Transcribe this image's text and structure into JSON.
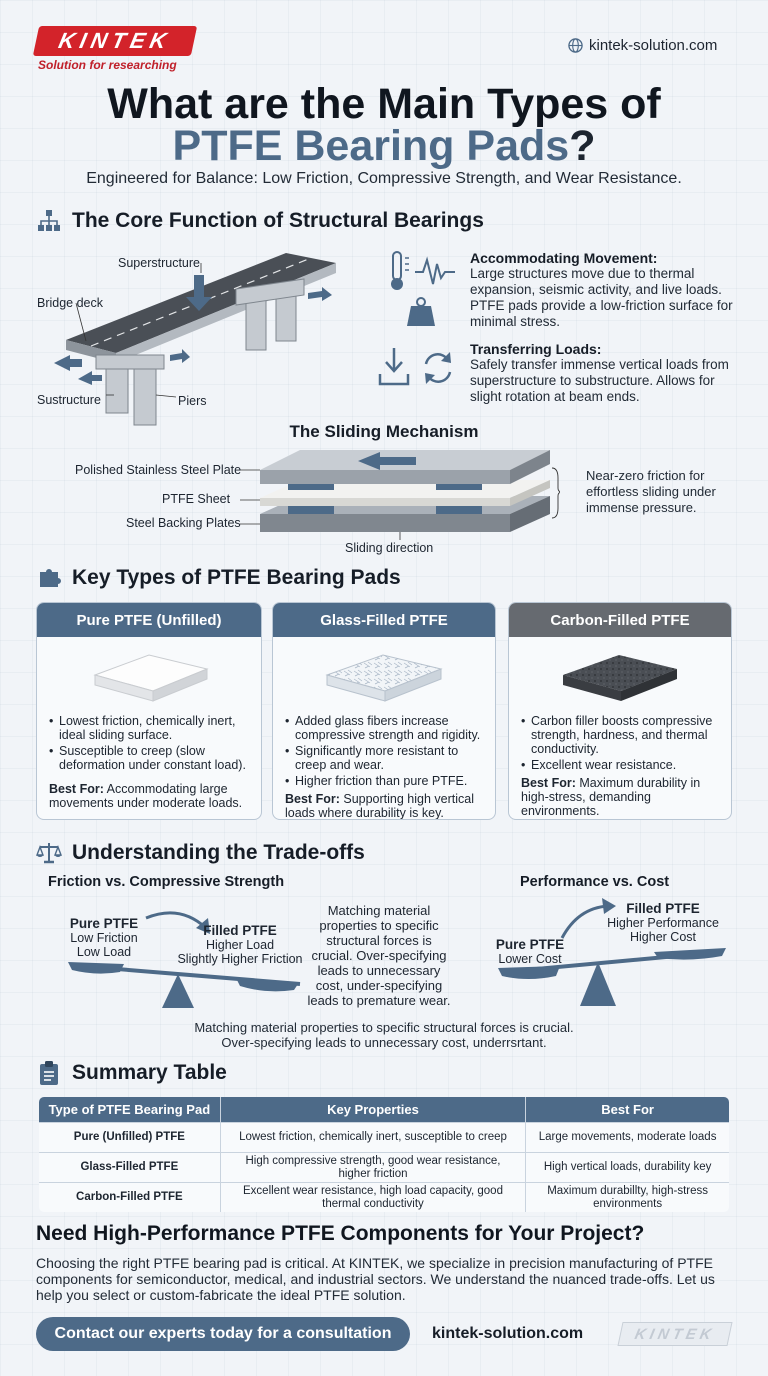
{
  "brand": {
    "logo": "KINTEK",
    "tagline": "Solution for researching",
    "site": "kintek-solution.com"
  },
  "title": {
    "line1": "What are the Main Types of",
    "highlight": "PTFE Bearing Pads",
    "end": "?",
    "subtitle": "Engineered for Balance: Low Friction, Compressive Strength, and Wear Resistance."
  },
  "core": {
    "heading": "The Core Function of Structural Bearings",
    "bridge_labels": {
      "superstructure": "Superstructure",
      "deck": "Bridge deck",
      "substructure": "Sustructure",
      "piers": "Piers"
    },
    "features": [
      {
        "title": "Accommodating Movement:",
        "text": "Large structures move due to thermal expansion, seismic activity, and live loads. PTFE pads provide a low-friction surface for minimal stress."
      },
      {
        "title": "Transferring Loads:",
        "text": "Safely transfer immense vertical loads from superstructure to substructure. Allows for slight rotation at beam ends."
      }
    ]
  },
  "sliding": {
    "title": "The Sliding Mechanism",
    "labels": {
      "polished": "Polished Stainless Steel Plate",
      "ptfe": "PTFE Sheet",
      "backing": "Steel Backing Plates",
      "direction": "Sliding direction"
    },
    "note": "Near-zero friction for effortless sliding under immense pressure."
  },
  "types": {
    "heading": "Key Types of PTFE Bearing Pads",
    "cards": [
      {
        "title": "Pure PTFE (Unfilled)",
        "color": "#4d6a88",
        "bullets": [
          "Lowest friction, chemically inert, ideal sliding surface.",
          "Susceptible to creep (slow deformation under constant load)."
        ],
        "best_label": "Best For:",
        "best_text": "Accommodating large movements under moderate loads."
      },
      {
        "title": "Glass-Filled PTFE",
        "color": "#4d6a88",
        "bullets": [
          "Added glass fibers increase compressive strength and rigidity.",
          "Significantly more resistant to creep and wear.",
          "Higher friction than pure PTFE."
        ],
        "best_label": "Best For:",
        "best_text": "Supporting high vertical loads where durability is key."
      },
      {
        "title": "Carbon-Filled PTFE",
        "color": "#666a70",
        "bullets": [
          "Carbon filler boosts compressive strength, hardness, and thermal conductivity.",
          "Excellent wear resistance."
        ],
        "best_label": "Best For:",
        "best_text": "Maximum durability in high-stress, demanding environments."
      }
    ]
  },
  "tradeoffs": {
    "heading": "Understanding the Trade-offs",
    "left": {
      "title": "Friction vs. Compressive Strength",
      "a_name": "Pure PTFE",
      "a_l1": "Low Friction",
      "a_l2": "Low Load",
      "b_name": "Filled PTFE",
      "b_l1": "Higher Load",
      "b_l2": "Slightly Higher Friction"
    },
    "right": {
      "title": "Performance vs. Cost",
      "a_name": "Pure PTFE",
      "a_l1": "Lower Cost",
      "b_name": "Filled PTFE",
      "b_l1": "Higher Performance",
      "b_l2": "Higher Cost"
    },
    "middle_note": "Matching material properties to specific structural forces is crucial. Over-specifying leads to unnecessary cost, under-specifying leads to premature wear.",
    "bottom_l1": "Matching material properties to specific structural forces is crucial.",
    "bottom_l2": "Over-specifying leads to unnecessary cost, underrsrtant."
  },
  "summary": {
    "heading": "Summary Table",
    "headers": [
      "Type of PTFE Bearing Pad",
      "Key Properties",
      "Best For"
    ],
    "rows": [
      [
        "Pure (Unfilled) PTFE",
        "Lowest friction, chemically inert, susceptible to creep",
        "Large movements, moderate loads"
      ],
      [
        "Glass-Filled PTFE",
        "High compressive strength, good wear resistance, higher friction",
        "High vertical loads, durability key"
      ],
      [
        "Carbon-Filled PTFE",
        "Excellent wear resistance, high load capacity, good thermal conductivity",
        "Maximum durabillty, high-stress environments"
      ]
    ]
  },
  "cta": {
    "title": "Need High-Performance PTFE Components for Your Project?",
    "text": "Choosing the right PTFE bearing pad is critical. At KINTEK, we specialize in precision manufacturing of PTFE components for semiconductor, medical, and industrial sectors. We understand the nuanced trade-offs. Let us help you select or custom-fabricate the ideal PTFE solution.",
    "button": "Contact our experts today for a consultation",
    "site": "kintek-solution.com",
    "ghost_logo": "KINTEK"
  },
  "colors": {
    "accent": "#4d6a88",
    "brand_red": "#d3232a",
    "carbon": "#666a70"
  }
}
